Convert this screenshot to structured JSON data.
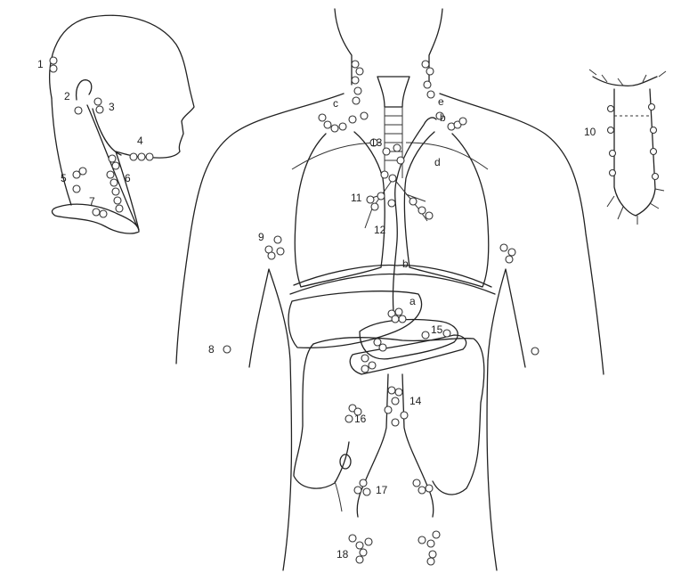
{
  "colors": {
    "stroke": "#222222",
    "background": "#ffffff"
  },
  "labels": {
    "n1": "1",
    "n2": "2",
    "n3": "3",
    "n4": "4",
    "n5": "5",
    "n6": "6",
    "n7": "7",
    "n8": "8",
    "n9": "9",
    "n10": "10",
    "n11": "11",
    "n12": "12",
    "n13": "13",
    "n14": "14",
    "n15": "15",
    "n16": "16",
    "n17": "17",
    "n18": "18",
    "a": "a",
    "b_upper": "b",
    "b_lower": "b",
    "c": "c",
    "d": "d",
    "e": "e"
  }
}
